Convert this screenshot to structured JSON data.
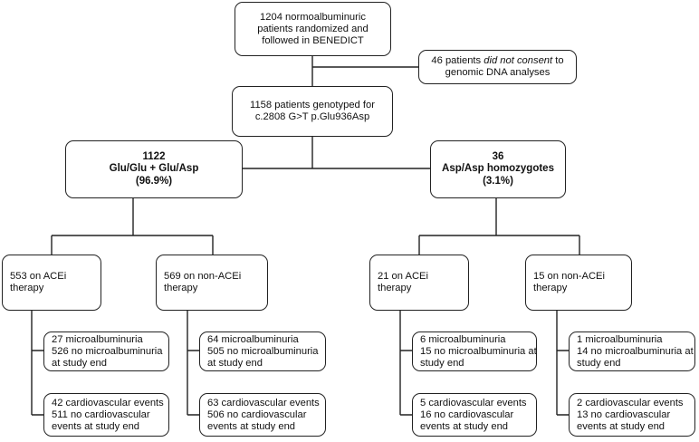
{
  "nodes": {
    "root": [
      "1204 normoalbuminuric",
      "patients randomized and",
      "followed in BENEDICT"
    ],
    "excluded": {
      "pre": "46 patients ",
      "emph": "did not consent",
      "post": " to",
      "line2": "genomic DNA analyses"
    },
    "genotyped": [
      "1158 patients genotyped for",
      "c.2808 G>T p.Glu936Asp"
    ],
    "group_glu": [
      "1122",
      "Glu/Glu + Glu/Asp",
      "(96.9%)"
    ],
    "group_asp": [
      "36",
      "Asp/Asp homozygotes",
      "(3.1%)"
    ],
    "glu_acei": [
      "553 on ACEi",
      "therapy"
    ],
    "glu_nonacei": [
      "569 on non-ACEi",
      "therapy"
    ],
    "asp_acei": [
      "21 on ACEi",
      "therapy"
    ],
    "asp_nonacei": [
      "15 on non-ACEi",
      "therapy"
    ],
    "glu_acei_micro": [
      "27 microalbuminuria",
      "526 no microalbuminuria",
      "at study end"
    ],
    "glu_acei_cv": [
      "42 cardiovascular events",
      "511 no cardiovascular",
      "events at study end"
    ],
    "glu_nonacei_micro": [
      "64 microalbuminuria",
      "505 no microalbuminuria",
      "at study end"
    ],
    "glu_nonacei_cv": [
      "63 cardiovascular events",
      "506 no cardiovascular",
      "events at study end"
    ],
    "asp_acei_micro": [
      "6 microalbuminuria",
      "15 no microalbuminuria at",
      "study end"
    ],
    "asp_acei_cv": [
      "5 cardiovascular events",
      "16 no cardiovascular",
      "events at study end"
    ],
    "asp_nonacei_micro": [
      "1 microalbuminuria",
      "14 no microalbuminuria at",
      "study end"
    ],
    "asp_nonacei_cv": [
      "2 cardiovascular events",
      "13 no cardiovascular",
      "events at study end"
    ]
  }
}
